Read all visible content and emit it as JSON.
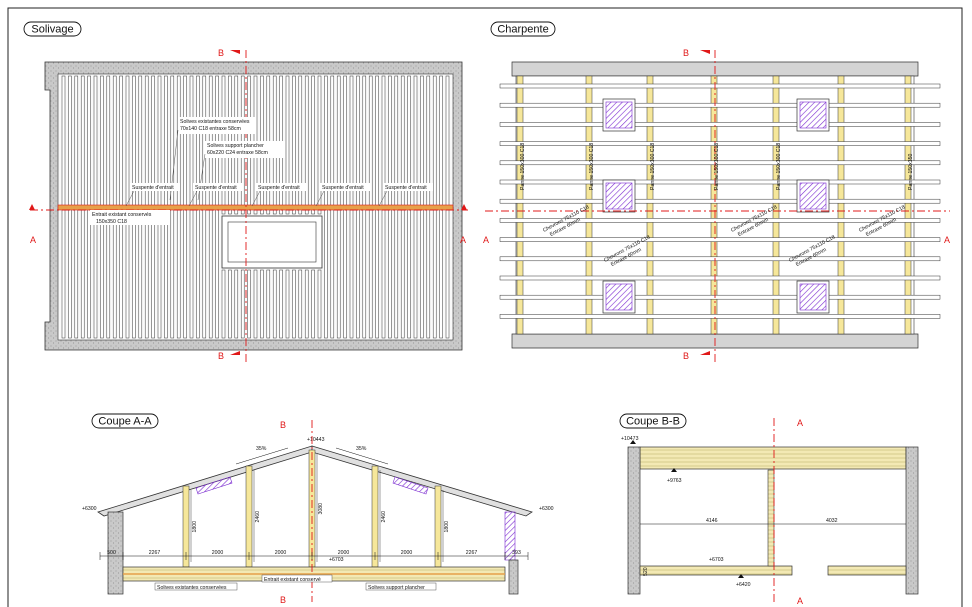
{
  "views": {
    "solivage": "Solivage",
    "charpente": "Charpente",
    "coupe_aa": "Coupe A-A",
    "coupe_bb": "Coupe B-B"
  },
  "markers": {
    "a": "A",
    "b": "B"
  },
  "solivage": {
    "note_existing": "Solives existantes conservées",
    "note_existing_spec": "70x140 C18 entraxe 58cm",
    "note_support": "Solives support plancher",
    "note_support_spec": "60x220 C24 entraxe 58cm",
    "suspente": "Suspente d'entrait",
    "entrait": "Entrait existant conservés",
    "entrait_spec": "150x350 C18"
  },
  "charpente": {
    "panne_left": "Panne 150x300 C18",
    "panne": "Panne 150x300 C18",
    "panne_right": "Panne 150x350",
    "chevron_a": "Chevrons 75x110 C18",
    "chevron_a_spec": "Entraxe 60mm",
    "chevron_b": "Chevrons 75x110 C18",
    "chevron_b_spec": "Entraxe 60mm"
  },
  "coupe_aa": {
    "slope_left": "35%",
    "slope_right": "35%",
    "ridge": "+10443",
    "eave_left": "+6300",
    "eave_right": "+6300",
    "floor": "+6703",
    "dims_bottom": [
      "500",
      "2267",
      "2000",
      "2000",
      "2000",
      "2000",
      "2267",
      "393"
    ],
    "posts": [
      "1800",
      "2460",
      "3080",
      "2460",
      "1800"
    ],
    "entrait_label": "Entrait existant conservé",
    "existing_label": "Solives existantes conservées",
    "support_label": "Solives support plancher"
  },
  "coupe_bb": {
    "top": "+10473",
    "mid": "+9763",
    "floor": "+6703",
    "lower": "+6420",
    "span_left": "4146",
    "span_right": "4032",
    "small": "520"
  }
}
